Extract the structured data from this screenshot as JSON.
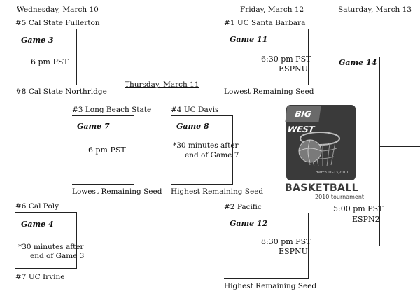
{
  "days": {
    "wednesday": "Wednesday, March 10",
    "thursday": "Thursday, March 11",
    "friday": "Friday, March 12",
    "saturday": "Saturday, March 13"
  },
  "teams": {
    "fullerton": "#5 Cal State Fullerton",
    "northridge": "#8 Cal State Northridge",
    "long_beach": "#3 Long Beach State",
    "uc_davis": "#4 UC Davis",
    "santa_barbara": "#1 UC Santa Barbara",
    "pacific": "#2 Pacific",
    "cal_poly": "#6 Cal Poly",
    "uc_irvine": "#7 UC Irvine"
  },
  "seeds": {
    "lowest_thu": "Lowest Remaining Seed",
    "highest_thu": "Highest Remaining Seed",
    "lowest_fri": "Lowest Remaining Seed",
    "highest_fri": "Highest Remaining Seed"
  },
  "games": {
    "g3": {
      "name": "Game 3",
      "time": "6 pm PST"
    },
    "g4": {
      "name": "Game 4",
      "time1": "*30 minutes after",
      "time2": "end of Game 3"
    },
    "g7": {
      "name": "Game 7",
      "time": "6 pm PST"
    },
    "g8": {
      "name": "Game 8",
      "time1": "*30 minutes after",
      "time2": "end of Game 7"
    },
    "g11": {
      "name": "Game 11",
      "time": "6:30 pm PST",
      "network": "ESPNU"
    },
    "g12": {
      "name": "Game 12",
      "time": "8:30 pm PST",
      "network": "ESPNU"
    },
    "g14": {
      "name": "Game 14",
      "time": "5:00 pm PST",
      "network": "ESPN2"
    }
  },
  "logo": {
    "badge": "BIG WEST",
    "dates": "march 10-13,2010",
    "word": "BASKETBALL",
    "sub": "2010 tournament"
  }
}
